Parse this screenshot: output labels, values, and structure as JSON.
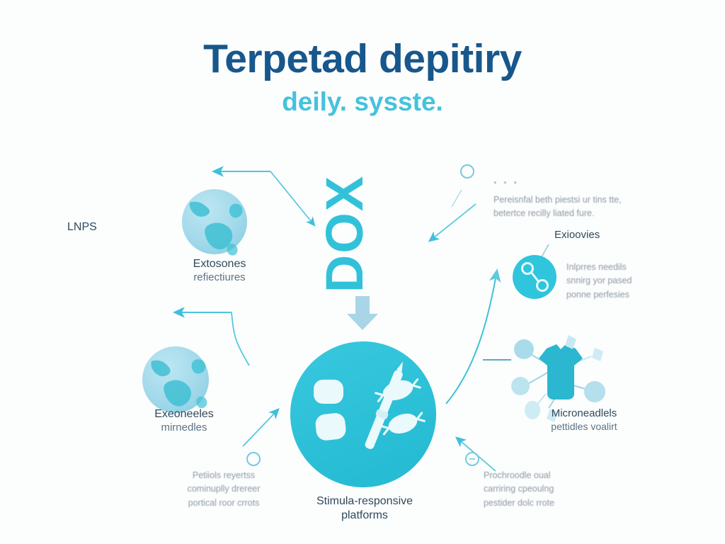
{
  "page": {
    "background_color": "#fcfdfd",
    "accent_cyan": "#2ec5dd",
    "accent_navy": "#17578c",
    "accent_light_blue": "#9fd6e8",
    "text_dark": "#2f4a5c",
    "text_muted": "#8d9aa5"
  },
  "title": {
    "main": "Terpetad depitiry",
    "sub": "deily. sysste."
  },
  "center": {
    "vertical_label": "DOX",
    "down_arrow_icon": "down-arrow-icon",
    "circle_icon": "drug-delivery-platform-icon",
    "caption_line1": "Stimula-responsive",
    "caption_line2": "platforms"
  },
  "left": {
    "lnps_label": "LNPS",
    "globe_top": {
      "icon": "globe-icon",
      "caption_line1": "Extosones",
      "caption_line2": "refiectiures"
    },
    "globe_bottom": {
      "icon": "globe-icon",
      "caption_line1": "Exeoneeles",
      "caption_line2": "mirnedles"
    }
  },
  "right": {
    "exosome_heading": "Exioovies",
    "exosome_icon": "molecule-dumbbell-icon",
    "microneedle": {
      "icon": "microneedle-molecule-icon",
      "caption_line1": "Microneadlels",
      "caption_line2": "pettidles voalirt"
    }
  },
  "blurbs": {
    "top_right": {
      "bullet_icon": "circle-outline-icon",
      "dots": "• • •",
      "line1": "Pereisnfal beth piestsi ur tins tte,",
      "line2": "betertce recilly liated fure."
    },
    "right_middle": {
      "line1": "Inlprres needils",
      "line2": "snnirg yor pased",
      "line3": "ponne perfesies"
    },
    "bottom_left": {
      "bullet_icon": "circle-outline-icon",
      "line1": "Petiiols reyertss",
      "line2": "cominuplly drereer",
      "line3": "portical roor crrots"
    },
    "bottom_right": {
      "bullet_icon": "circle-outline-icon",
      "line1": "Prochroodle oual",
      "line2": "carriring cpeoulng",
      "line3": "pestider dolc rrote"
    }
  },
  "arrows": [
    {
      "name": "arrow-to-exosome-top",
      "direction": "left"
    },
    {
      "name": "arrow-from-center-top",
      "direction": "down-right"
    },
    {
      "name": "arrow-to-exosome-bottom",
      "direction": "left"
    },
    {
      "name": "arrow-topright-inward",
      "direction": "down-left"
    },
    {
      "name": "arrow-center-to-right",
      "direction": "up-right"
    },
    {
      "name": "arrow-right-to-center",
      "direction": "up-left"
    },
    {
      "name": "arrow-bottomleft-to-center",
      "direction": "up-right"
    }
  ]
}
